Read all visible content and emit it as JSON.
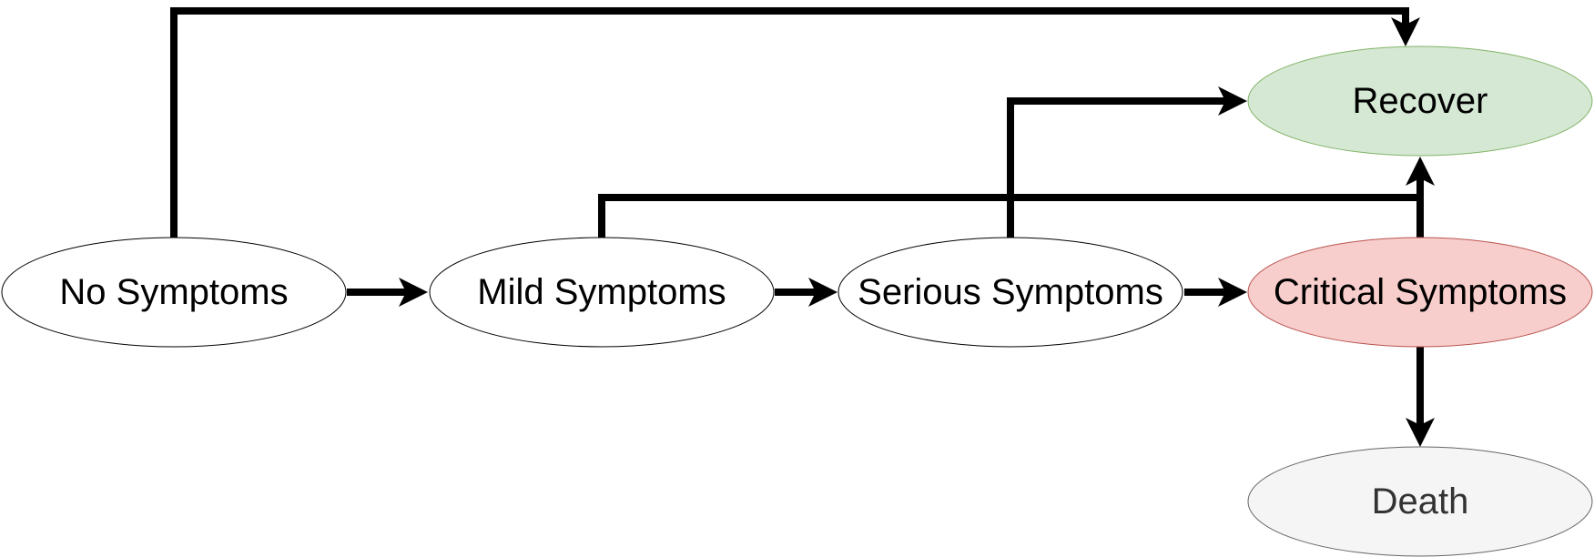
{
  "nodes": {
    "no_symptoms": {
      "label": "No Symptoms",
      "fill": "#ffffff",
      "stroke": "#000000",
      "text_color": "#000000"
    },
    "mild_symptoms": {
      "label": "Mild Symptoms",
      "fill": "#ffffff",
      "stroke": "#000000",
      "text_color": "#000000"
    },
    "serious_symptoms": {
      "label": "Serious Symptoms",
      "fill": "#ffffff",
      "stroke": "#000000",
      "text_color": "#000000"
    },
    "critical_symptoms": {
      "label": "Critical Symptoms",
      "fill": "#f8cecc",
      "stroke": "#b85450",
      "text_color": "#000000"
    },
    "recover": {
      "label": "Recover",
      "fill": "#d5e8d4",
      "stroke": "#82b366",
      "text_color": "#000000"
    },
    "death": {
      "label": "Death",
      "fill": "#f5f5f5",
      "stroke": "#666666",
      "text_color": "#333333"
    }
  },
  "edges": [
    {
      "from": "no_symptoms",
      "to": "mild_symptoms"
    },
    {
      "from": "mild_symptoms",
      "to": "serious_symptoms"
    },
    {
      "from": "serious_symptoms",
      "to": "critical_symptoms"
    },
    {
      "from": "critical_symptoms",
      "to": "death"
    },
    {
      "from": "no_symptoms",
      "to": "recover"
    },
    {
      "from": "mild_symptoms",
      "to": "recover"
    },
    {
      "from": "serious_symptoms",
      "to": "recover"
    },
    {
      "from": "critical_symptoms",
      "to": "recover"
    }
  ]
}
